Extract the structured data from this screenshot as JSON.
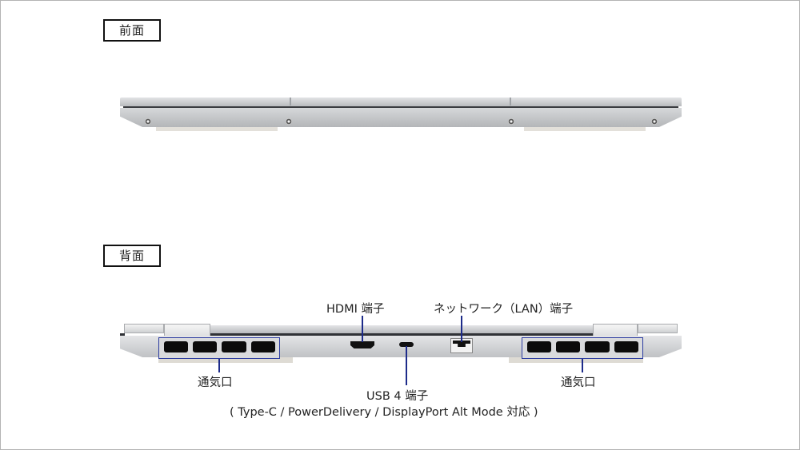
{
  "views": {
    "front": {
      "label": "前面"
    },
    "back": {
      "label": "背面"
    }
  },
  "callouts": {
    "hdmi": "HDMI 端子",
    "lan": "ネットワーク（LAN）端子",
    "usb4": "USB 4 端子",
    "usb4_note": "( Type-C / PowerDelivery / DisplayPort Alt Mode 対応 )",
    "vent_left": "通気口",
    "vent_right": "通気口"
  },
  "colors": {
    "leader_line": "#1d2b8a",
    "vent_box": "#2b3ba0",
    "chassis": "#c4c6c9",
    "frame_border": "#b4b4b4"
  }
}
